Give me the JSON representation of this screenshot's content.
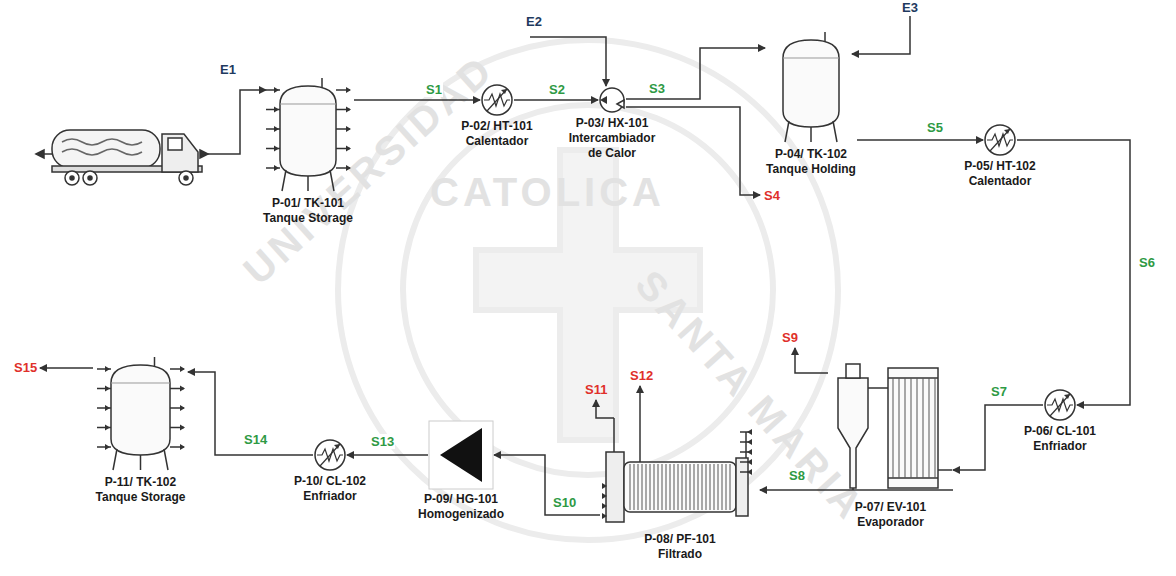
{
  "diagram": {
    "nodes": [
      {
        "text": [
          "P-01/ TK-101 Tanque Storage"
        ]
      },
      {
        "text": [
          "P-02/ HT-101 Calentador"
        ]
      },
      {
        "text": [
          "P-03/ HX-101 Intercambiador de Calor"
        ]
      },
      {
        "text": [
          "P-04/ TK-102 Tanque Holding"
        ]
      },
      {
        "text": [
          "P-05/ HT-102 Calentador"
        ]
      },
      {
        "text": [
          "P-06/ CL-101 Enfriador"
        ]
      },
      {
        "text": [
          "P-07/ EV-101 Evaporador"
        ]
      },
      {
        "text": [
          "P-08/ PF-101 Filtrado"
        ]
      },
      {
        "text": [
          "P-09/ HG-101 Homogenizado"
        ]
      },
      {
        "text": [
          "P-10/ CL-102 Enfriador"
        ]
      },
      {
        "text": [
          "P-11/ TK-102 Tanque Storage"
        ]
      }
    ],
    "edges": [
      {
        "from": 0,
        "to": 1,
        "label": "S1",
        "arrow": "to"
      },
      {
        "from": 1,
        "to": 2,
        "label": "S2",
        "arrow": "to"
      },
      {
        "from": 2,
        "to": 3,
        "label": "S3",
        "arrow": "to"
      },
      {
        "from": 3,
        "to": 4,
        "label": "S5",
        "arrow": "to"
      },
      {
        "from": 4,
        "to": 5,
        "label": "S6",
        "arrow": "to"
      },
      {
        "from": 5,
        "to": 6,
        "label": "S7",
        "arrow": "to"
      },
      {
        "from": 6,
        "to": 7,
        "label": "S8",
        "arrow": "to"
      },
      {
        "from": 7,
        "to": 8,
        "label": "S10",
        "arrow": "to"
      },
      {
        "from": 8,
        "to": 9,
        "label": "S13",
        "arrow": "to"
      },
      {
        "from": 9,
        "to": 10,
        "label": "S14",
        "arrow": "to"
      }
    ],
    "labels": [
      "E1",
      "E2",
      "E3",
      "S4",
      "S9",
      "S11",
      "S12",
      "S15",
      "UNIVERSIDAD",
      "CATOLICA",
      "SANTA MARIA"
    ]
  }
}
